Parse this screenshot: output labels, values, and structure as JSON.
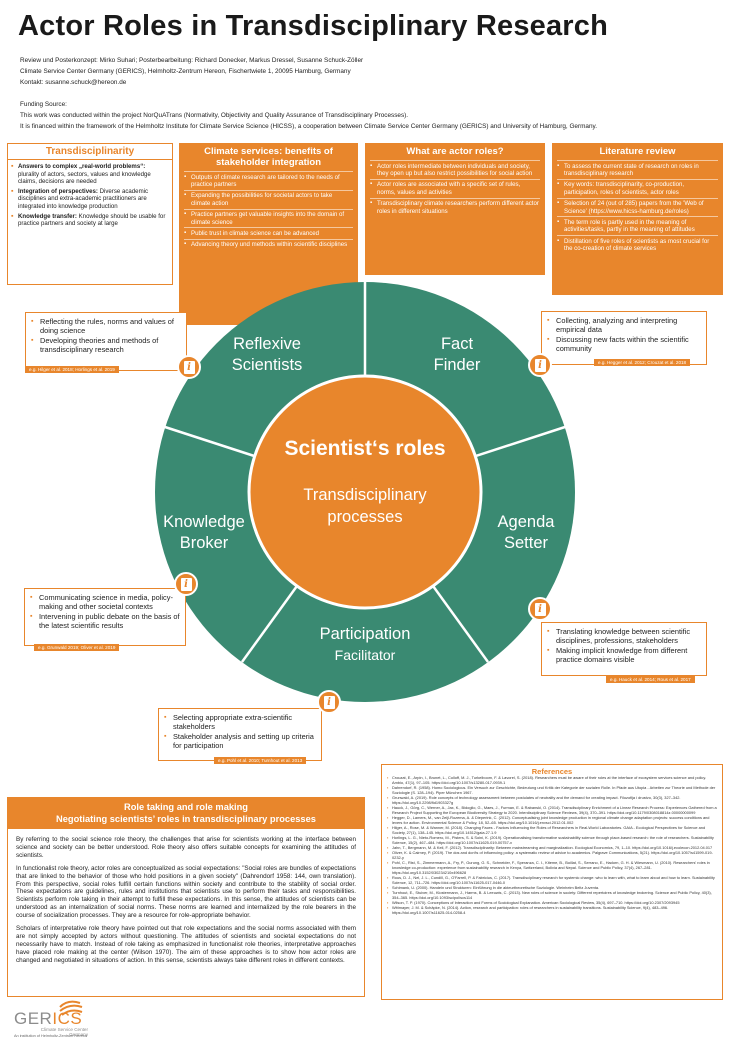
{
  "title": "Actor Roles in Transdisciplinary Research",
  "meta": {
    "line1": "Review und Posterkonzept: Mirko Suhari; Posterbearbeitung: Richard Donecker, Markus Dressel, Susanne Schuck-Zöller",
    "line2": "Climate Service Center Germany (GERICS), Helmholtz-Zentrum Hereon, Fischertwiete 1, 20095 Hamburg, Germany",
    "line3": "Kontakt: susanne.schuck@hereon.de",
    "funding_label": "Funding Source:",
    "funding1": "This work was conducted within the project NorQuATrans (Normativity, Objectivity and Quality Assurance of Transdisciplinary Processes).",
    "funding2": "It is financed within the framework of the Helmholtz Institute for Climate Service Science (HICSS), a cooperation between Climate Service Center Germany (GERICS) and University of Hamburg, Germany."
  },
  "boxes": {
    "transdisciplinarity": {
      "heading": "Transdisciplinarity",
      "items": [
        {
          "bold": "Answers to complex „real-world problems“:",
          "text": " plurality of actors, sectors, values and knowledge claims, decisions are needed"
        },
        {
          "bold": "Integration of perspectives:",
          "text": " Diverse academic disciplines and extra-academic practitioners are integrated into knowledge production"
        },
        {
          "bold": "Knowledge transfer:",
          "text": " Knowledge should be usable for practice partners and society at large"
        }
      ]
    },
    "climate": {
      "heading": "Climate services: benefits of stakeholder integration",
      "items": [
        "Outputs of climate research are tailored to the needs of practice partners",
        "Expanding the possibilities for societal actors to take climate action",
        "Practice partners get valuable insights into the domain of climate science",
        "Public trust in climate science can be advanced",
        "Advancing theory und methods within scientific disciplines"
      ]
    },
    "actor_roles": {
      "heading": "What are actor roles?",
      "items": [
        "Actor roles intermediate between individuals and society, they open up but also restrict possibilities for social action",
        "Actor roles are associated with a specific set of rules, norms, values and activities",
        "Transdisciplinary climate researchers perform different actor roles in different situations"
      ]
    },
    "literature": {
      "heading": "Literature review",
      "items": [
        "To assess the current state of research on roles in transdisciplinary research",
        "Key words: transdisciplinarity, co-production, participation, roles of scientists, actor roles",
        "Selection of 24 (out of 285) papers from the 'Web of Science' (https://www.hicss-hamburg.de/roles)",
        "The term role is partly used in the meaning of activities/tasks, partly in the meaning of attitudes",
        "Distillation of five roles of scientists as most crucial for the co-creation of climate services"
      ]
    }
  },
  "diagram": {
    "center_title": "Scientist‘s roles",
    "center_sub1": "Transdisciplinary",
    "center_sub2": "processes",
    "roles": {
      "reflexive": [
        "Reflexive",
        "Scientists"
      ],
      "fact": [
        "Fact",
        "Finder"
      ],
      "broker": [
        "Knowledge",
        "Broker"
      ],
      "agenda": [
        "Agenda",
        "Setter"
      ],
      "participation": [
        "Participation",
        "Facilitator"
      ]
    },
    "colors": {
      "ring": "#3a8a72",
      "center": "#e8862c",
      "accent": "#e8862c"
    }
  },
  "callouts": {
    "reflexive": {
      "items": [
        "Reflecting the rules, norms and values of doing science",
        "Developing theories and methods of transdisciplinary research"
      ],
      "cite": "e.g. Hilger et al. 2018; Horlings et al. 2019"
    },
    "fact": {
      "items": [
        "Collecting, analyzing and interpreting empirical data",
        "Discussing new facts within the scientific community"
      ],
      "cite": "e.g. Hegger et al. 2012; Crouzat et al. 2018"
    },
    "broker": {
      "items": [
        "Communicating science in media, policy-making and other societal contexts",
        "Intervening in public debate on the basis of the latest scientific results"
      ],
      "cite": "e.g. Grunwald 2019; Oliver et al. 2019"
    },
    "agenda": {
      "items": [
        "Translating knowledge between scientific disciplines, professions, stakeholders",
        "Making implicit knowledge from different practice domains visible"
      ],
      "cite": "e.g. Hauck et al. 2014; Rous et al. 2017"
    },
    "participation": {
      "items": [
        "Selecting appropriate extra-scientific stakeholders",
        "Stakeholder analysis and setting up criteria for participation"
      ],
      "cite": "e.g. Pohl et al. 2010; Turnhout et al. 2013"
    }
  },
  "role_taking": {
    "heading1": "Role taking and role making",
    "heading2": "Negotiating scientists’ roles in transdisciplinary processes",
    "p1": "By referring to the social science role theory, the challenges that arise for scientists working at the interface between science and society can be better understood. Role theory also offers suitable concepts for examining the attitudes of scientists.",
    "p2": "In functionalist role theory, actor roles are conceptualized as social expectations: \"Social roles are bundles of expectations that are linked to the behavior of those who hold positions in a given society\" (Dahrendorf 1958: 144, own translation). From this perspective, social roles fulfill certain functions within society and contribute to the stability of social order. These expectations are guidelines, rules and institutions that scientists use to perform their tasks and responsibilities. Scientists perform role taking in their attempt to fulfill these expectations. In this sense, the attitudes of scientists can be understood as an internalization of social norms. These norms are learned and internalized by the role bearers in the course of socialization processes. They are a resource for role-appropriate behavior.",
    "p3": "Scholars of interpretative role theory have pointed out that role expectations and the social norms associated with them are not simply accepted by actors without questioning. The attitudes of scientists and societal expectations do not necessarily have to match. Instead of role taking as emphasized in functionalist role theories, interpretative approaches have placed role making at the center (Wilson 1970). The aim of these approaches is to show how actor roles are changed and negotiated in situations of action. In this sense, scientists always take different roles in different contexts."
  },
  "references": {
    "heading": "References",
    "items": [
      "Crouzat, E., Arpin, I., Brunet, L., Colloff, M. J., Turkelboom, F. & Lavorel, S. (2018). Researchers must be aware of their roles at the interface of ecosystem services science and policy. Ambio, 47(1), 97–105. https://doi.org/10.1007/s13280-017-0939-1",
      "Dahrendorf, R. (1958). Homo Sociologicus. Ein Versuch zur Geschichte, Bedeutung und Kritik der Kategorie der sozialen Rolle. In Pfade aus Utopia - Arbeiten zur Theorie und Methode der Soziologie (S. 128–194). Piper München 1967.",
      "Grunwald, A. (2019). Role concepts of technology assessment between postulates of neutrality and the demand for creating impact. Filozofija i drustvo, 30(3), 327–342. https://doi.org/10.2298/fid1903327g",
      "Hauck, J., Görg, C., Werner, A., Jax, K., Bidoglio, G., Maes, J., Furman, E. & Rabanski, O. (2014). Transdisciplinary Enrichment of a Linear Research Process: Experiences Gathered from a Research Project Supporting the European Biodiversity Strategy to 2020. Interdisciplinary Science Reviews, 39(4), 370–391. https://doi.org/10.1179/0308018814z.00000000099",
      "Hegger, D., Lamers, M., van Zeijl-Rozema, A. & Dieperink, C. (2012). Conceptualising joint knowledge production in regional climate change adaptation projects: success conditions and levers for action. Environmental Science & Policy, 18, 52–65. https://doi.org/10.1016/j.envsci.2012.01.002",
      "Hilger, A., Rose, M. & Wanner, M. (2018). Changing Faces - Factors Influencing the Roles of Researchers in Real-World Laboratories. GAIA - Ecological Perspectives for Science and Society, 27(1), 138–145. https://doi.org/10.14512/gaia.27.1.9",
      "Horlings, L. G., Nieto-Romero, M., Pisters, S. & Soini, K. (2019). Operationalising transformative sustainability science through place-based research: the role of researchers. Sustainability Science, 15(2), 467–484. https://doi.org/10.1007/s11625-019-00757-x",
      "Jahn, T., Bergmann, M. & Keil, F. (2012). Transdisciplinarity: Between mainstreaming and marginalization. Ecological Economics, 79, 1–10. https://doi.org/10.1016/j.ecolecon.2012.04.017",
      "Oliver, K. & Cairney, P. (2019). The dos and don'ts of influencing policy: a systematic review of advice to academics. Palgrave Communications, 5(21). https://doi.org/10.1057/s41599-019-0232-y",
      "Pohl, C., Rist, S., Zimmermann, A., Fry, P., Gurung, G. S., Schneider, F., Speranza, C. I., Kiteme, B., Boillat, S., Serrano, E., Hadorn, G. H. & Wiesmann, U. (2010). Researchers' roles in knowledge co-production: experience from sustainability research in Kenya, Switzerland, Bolivia and Nepal. Science and Public Policy, 37(4), 267–281. https://doi.org/10.3152/030234210x496628",
      "Rous, D. J., Nel, J. L., Cundill, G., O'Farrell, P. & Fabricius, C. (2017). Transdisciplinary research for systemic change: who to learn with, what to learn about and how to learn. Sustainability Science, 12, 711–726. https://doi.org/10.1007/s11625-017-0446-0",
      "Schimank, U. (2000). Handeln und Strukturen: Einführung in die akteurtheoretische Soziologie. Weinheim Beltz Juventa.",
      "Turnhout, E., Stuiver, M., Klostermann, J., Harms, B. & Leeuwis, C. (2013). New roles of science in society: Different repertoires of knowledge brokering. Science and Public Policy, 40(3), 354–365. https://doi.org/10.1093/scipol/scs114",
      "Wilson, T. P. (1970). Conceptions of Interaction and Forms of Sociological Explanation. American Sociological Review, 35(4), 697–710. https://doi.org/10.2307/2093945",
      "Wittmayer, J. M. & Schäpke, N. (2014). Action, research and participation: roles of researchers in sustainability transitions. Sustainability Science, 9(4), 483–496. https://doi.org/10.1007/s11625-014-0258-4"
    ]
  },
  "logo": {
    "text_gray": "GER",
    "text_orange": "ICS",
    "line1": "Climate Service Center",
    "line2": "Germany",
    "footer": "An institution of Helmholtz-Zentrum Hereon"
  }
}
